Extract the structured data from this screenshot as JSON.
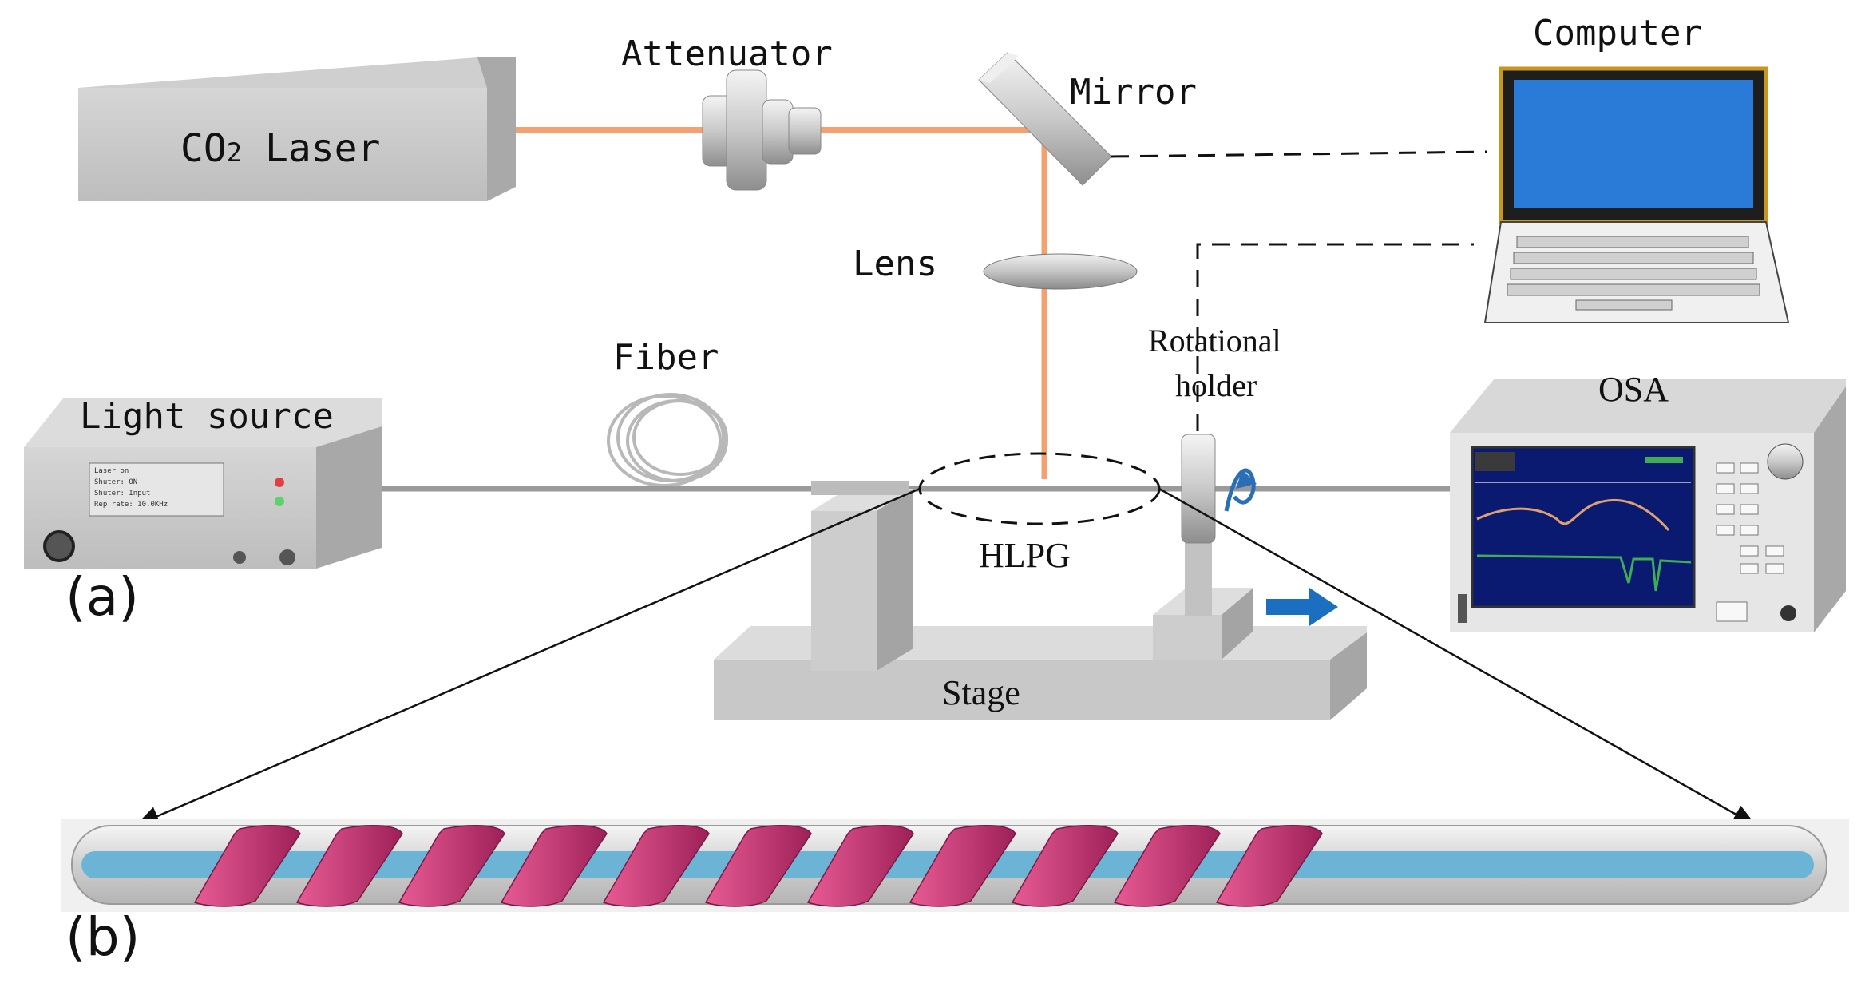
{
  "labels": {
    "laser": "CO",
    "laser_sub": "2",
    "laser_suffix": " Laser",
    "attenuator": "Attenuator",
    "mirror": "Mirror",
    "computer": "Computer",
    "lens": "Lens",
    "fiber": "Fiber",
    "light_source": "Light source",
    "rotational_line1": "Rotational",
    "rotational_line2": "holder",
    "osa": "OSA",
    "hlpg": "HLPG",
    "stage": "Stage",
    "panel_a": "(a)",
    "panel_b": "(b)"
  },
  "light_source_display": [
    "Laser on",
    "Shuter: ON",
    "Shuter: Input",
    "Rep rate: 10.0KHz"
  ],
  "colors": {
    "laser_beam": "#f4a070",
    "fiber_core": "#6bb4d6",
    "helix": "#d0407a",
    "osa_screen": "#0a1a70",
    "laptop_screen": "#2a7ad8",
    "move_arrow": "#1a6fc0"
  }
}
